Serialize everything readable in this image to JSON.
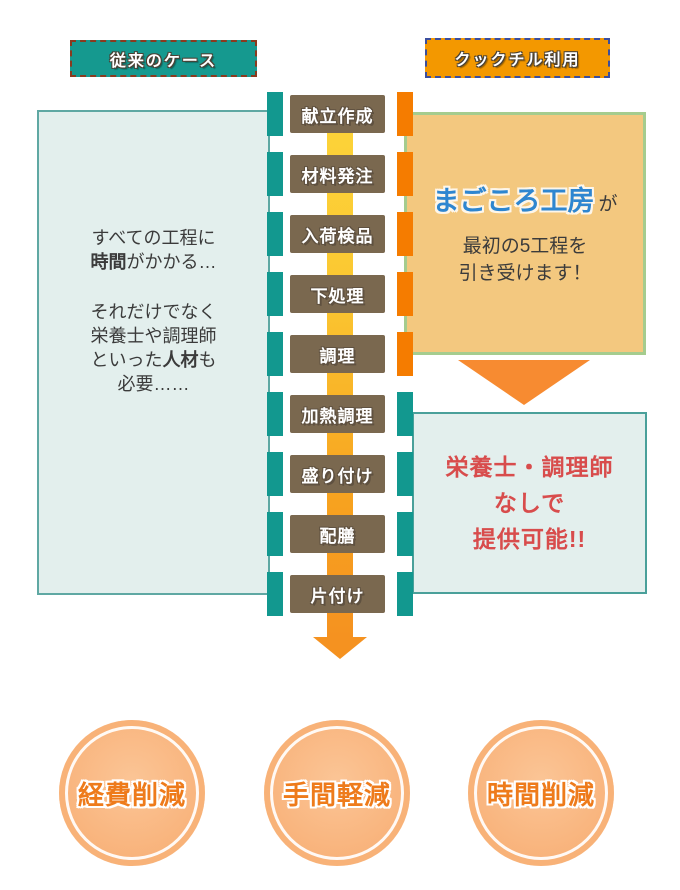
{
  "headers": {
    "left": {
      "label": "従来のケース"
    },
    "right": {
      "label": "クックチル利用"
    }
  },
  "left_panel": {
    "l1": "すべての工程に",
    "l2_bold": "時間",
    "l2_rest": "がかかる…",
    "l3": "それだけでなく",
    "l4": "栄養士や調理師",
    "l5_pre": "といった",
    "l5_bold": "人材",
    "l5_post": "も",
    "l6": "必要……"
  },
  "flow": {
    "steps": [
      {
        "label": "献立作成",
        "right_connector": "orange"
      },
      {
        "label": "材料発注",
        "right_connector": "orange"
      },
      {
        "label": "入荷検品",
        "right_connector": "orange"
      },
      {
        "label": "下処理",
        "right_connector": "orange"
      },
      {
        "label": "調理",
        "right_connector": "orange"
      },
      {
        "label": "加熱調理",
        "right_connector": "teal"
      },
      {
        "label": "盛り付け",
        "right_connector": "teal"
      },
      {
        "label": "配膳",
        "right_connector": "teal"
      },
      {
        "label": "片付け",
        "right_connector": "teal"
      }
    ]
  },
  "right_top_panel": {
    "brand": "まごころ工房",
    "brand_suffix": "が",
    "line1": "最初の5工程を",
    "line2": "引き受けます！"
  },
  "right_bottom_panel": {
    "line1": "栄養士・調理師",
    "line2": "なしで",
    "line3": "提供可能!!"
  },
  "benefits": [
    {
      "label": "経費削減"
    },
    {
      "label": "手間軽減"
    },
    {
      "label": "時間削減"
    }
  ],
  "colors": {
    "teal": "#15998f",
    "orange_badge": "#f39800",
    "connector_orange": "#f57c00",
    "step_brown": "#7a684f",
    "band_yellow_top": "#fcd53a",
    "band_orange_bottom": "#f59220",
    "handoff_arrow_orange": "#f78b31",
    "tan_panel_bg": "#f3c87f",
    "tan_panel_border": "#a5cc8e",
    "light_panel_bg": "#e3efed",
    "left_panel_border": "#5fa8a3",
    "result_panel_border": "#4aa09a",
    "result_text_red": "#d84c4c",
    "brand_text_blue": "#2e86d0",
    "circle_fill": "#f8b077",
    "circle_text_orange": "#ee7b1b",
    "body_text": "#3b3b3b"
  }
}
